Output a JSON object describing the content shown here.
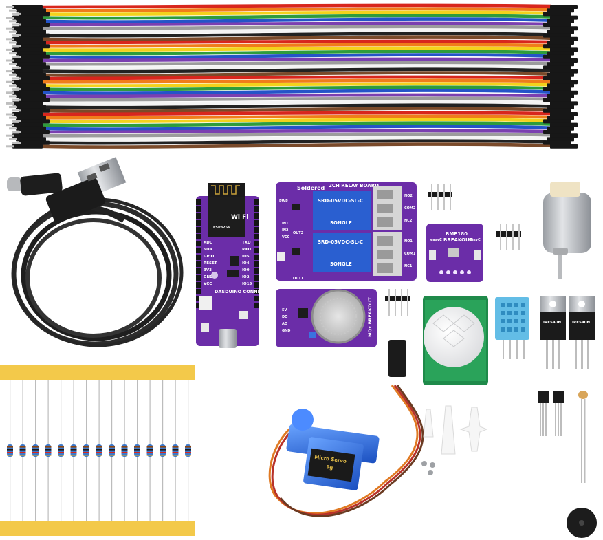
{
  "jumper_wire_colors": [
    "#d8261d",
    "#f07d1a",
    "#f3d21c",
    "#2e9c3c",
    "#2454c8",
    "#7b3fb0",
    "#9c9c9c",
    "#f4f4f4",
    "#222222",
    "#7a4a2a"
  ],
  "board_color": "#6b2da8",
  "boards": {
    "dasduino": {
      "name": "DASDUINO CONNECT",
      "module_brand": "Wi Fi",
      "pins_left": [
        "ADC",
        "SDA",
        "GPIO",
        "RESET",
        "3V3",
        "GND",
        "VCC"
      ],
      "pins_right": [
        "TXD",
        "RXD",
        "IO5",
        "IO4",
        "IO0",
        "IO2",
        "IO15"
      ]
    },
    "relay": {
      "title": "2CH RELAY BOARD",
      "brand": "Soldered",
      "relay_model": "SRD-05VDC-SL-C",
      "relay_brand": "SONGLE",
      "pins": [
        "IN1",
        "IN2",
        "VCC",
        "PWR",
        "OUT1",
        "OUT2"
      ],
      "terminals": [
        "NO2",
        "COM2",
        "NC2",
        "NO1",
        "COM1",
        "NC1"
      ]
    },
    "bmp180": {
      "title_line1": "BMP180",
      "title_line2": "BREAKOUT",
      "connector": "easyC"
    },
    "mq": {
      "title": "MQx BREAKOUT",
      "pins": [
        "5V",
        "DO",
        "AO",
        "GND"
      ]
    },
    "servo": {
      "label_line1": "Micro Servo",
      "label_line2": "9g"
    },
    "mosfets": [
      "IRF540N",
      "IRF540N"
    ]
  }
}
